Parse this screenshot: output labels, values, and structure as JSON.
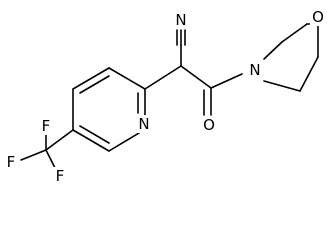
{
  "molecule": {
    "atoms": {
      "n_pyridine": "N",
      "f_top": "F",
      "f_left": "F",
      "f_bottom": "F",
      "n_nitrile": "N",
      "o_carbonyl": "O",
      "n_morpholine": "N",
      "o_morpholine": "O"
    }
  }
}
